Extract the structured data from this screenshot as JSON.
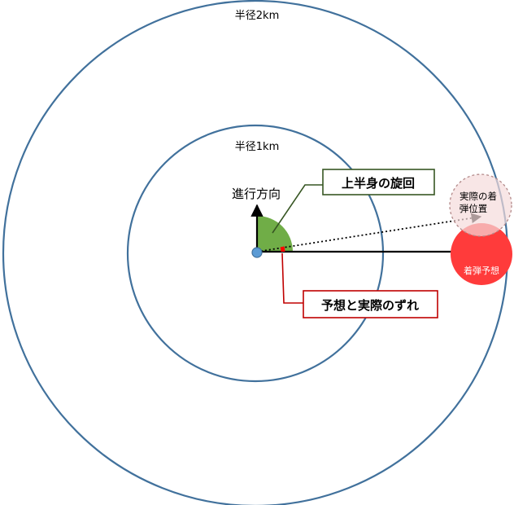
{
  "labels": {
    "outer_radius": "半径2km",
    "inner_radius": "半径1km",
    "direction": "進行方向",
    "actual_impact_line1": "実際の着",
    "actual_impact_line2": "弾位置",
    "predicted_impact": "着弾予想"
  },
  "callouts": {
    "upper_body_turn": "上半身の旋回",
    "deviation": "予想と実際のずれ"
  },
  "colors": {
    "circle_stroke": "#41719c",
    "turn_sector": "#70ad47",
    "turn_callout_border": "#375623",
    "deviation_callout_border": "#c00000",
    "deviation_arc": "#ff0000",
    "predicted_impact_fill": "#ff3b3b",
    "actual_impact_fill": "#f7e0e0",
    "actual_impact_stroke": "#c9a0a0",
    "origin_fill": "#5b9bd5"
  }
}
